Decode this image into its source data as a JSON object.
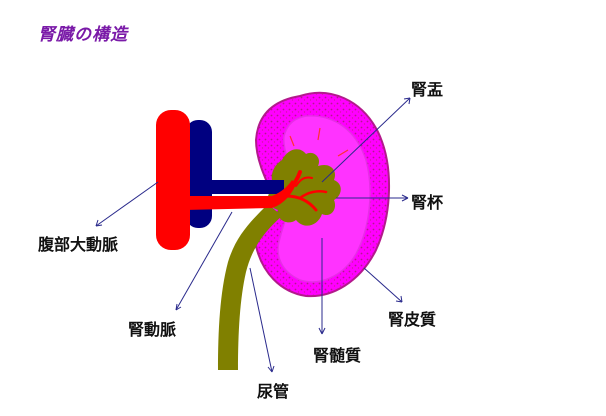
{
  "title": "腎臓の構造",
  "labels": {
    "renal_pelvis": "腎盂",
    "renal_calyx": "腎杯",
    "abdominal_aorta": "腹部大動脈",
    "renal_cortex": "腎皮質",
    "renal_artery": "腎動脈",
    "renal_medulla": "腎髄質",
    "ureter": "尿管"
  },
  "colors": {
    "title": "#7a1aa8",
    "aorta": "#ff0000",
    "vena_cava": "#000080",
    "cortex": "#ff00ff",
    "cortex_speckle": "#b31a8c",
    "medulla": "#ff33ff",
    "pelvis": "#808000",
    "leader_lines": "#2a2a8c"
  }
}
